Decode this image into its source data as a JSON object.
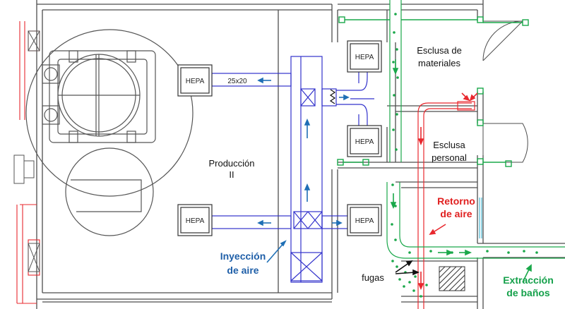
{
  "labels": {
    "hepa_top_left": "HEPA",
    "hepa_bottom_left": "HEPA",
    "hepa_top_center": "HEPA",
    "hepa_mid_center": "HEPA",
    "hepa_bottom_center": "HEPA",
    "duct_size": "25x20",
    "room_production_line1": "Producción",
    "room_production_line2": "II",
    "room_materials_line1": "Esclusa de",
    "room_materials_line2": "materiales",
    "room_personnel_line1": "Esclusa",
    "room_personnel_line2": "personal",
    "return_air_line1": "Retorno",
    "return_air_line2": "de aire",
    "supply_air_line1": "Inyección",
    "supply_air_line2": "de aire",
    "leaks": "fugas",
    "exhaust_line1": "Extracción",
    "exhaust_line2": "de baños"
  },
  "colors": {
    "walls": "#4d4d4d",
    "supply_duct": "#3333cc",
    "supply_arrow": "#1f6fb5",
    "supply_text": "#1f5fa8",
    "return_duct": "#e8282e",
    "return_text": "#e02020",
    "exhaust": "#1aa84a",
    "exhaust_text": "#14a04a",
    "machine": "#555555"
  }
}
